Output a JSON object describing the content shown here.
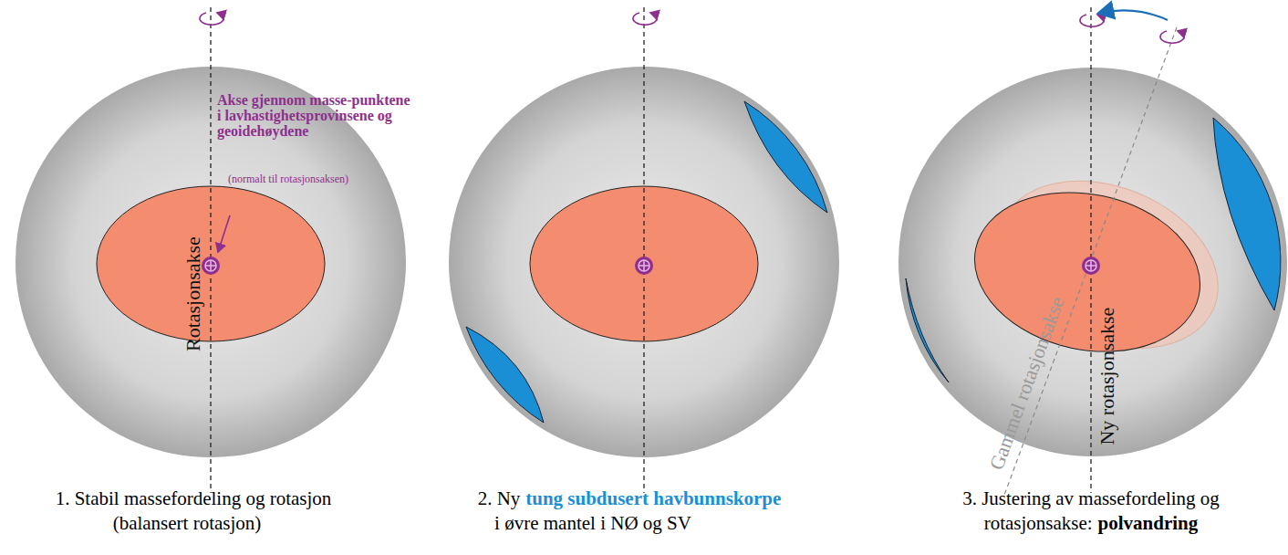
{
  "diagram": {
    "labels": [
      "Akse gjennom masse-punktene i lavhastighetsprovinsene og geoidehøydene",
      "(normalt til rotasjonsaksen)",
      "Rotasjonsakse",
      "1. Stabil massefordeling og rotasjon",
      "(balansert rotasjon)",
      "2. Ny",
      "tung subdusert havbunnskorpe",
      "i øvre mantel i NØ og SV",
      "Gammel rotasjonsakse",
      "Ny rotasjonsakse",
      "3. Justering av massefordeling og",
      "rotasjonsakse:",
      "polvandring"
    ]
  }
}
